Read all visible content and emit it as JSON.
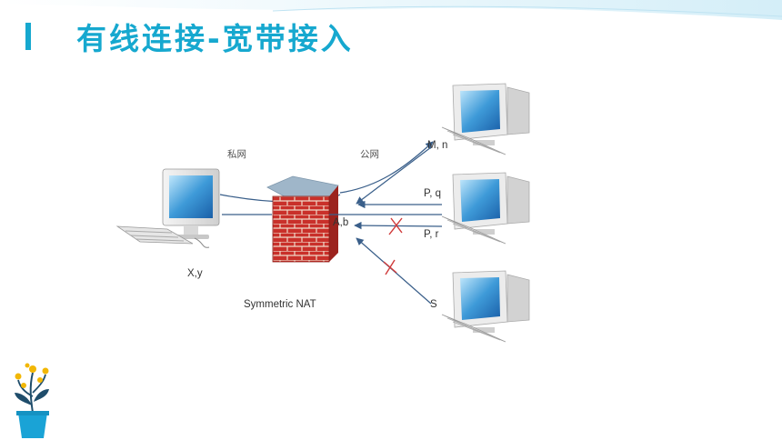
{
  "slide": {
    "title": "有线连接-宽带接入",
    "accent_color": "#16a8cf"
  },
  "diagram": {
    "labels": {
      "private_net": "私网",
      "public_net": "公网",
      "client": "X,y",
      "nat_address": "A,b",
      "nat_type": "Symmetric NAT",
      "server_top": "M, n",
      "server_mid_q": "P, q",
      "server_mid_r": "P, r",
      "server_bottom": "S"
    },
    "icons": [
      "desktop-computer-icon",
      "firewall-icon",
      "crt-monitor-icon",
      "keyboard-icon",
      "blocked-x-icon"
    ]
  },
  "decor": {
    "icon": "potted-plant-icon"
  }
}
